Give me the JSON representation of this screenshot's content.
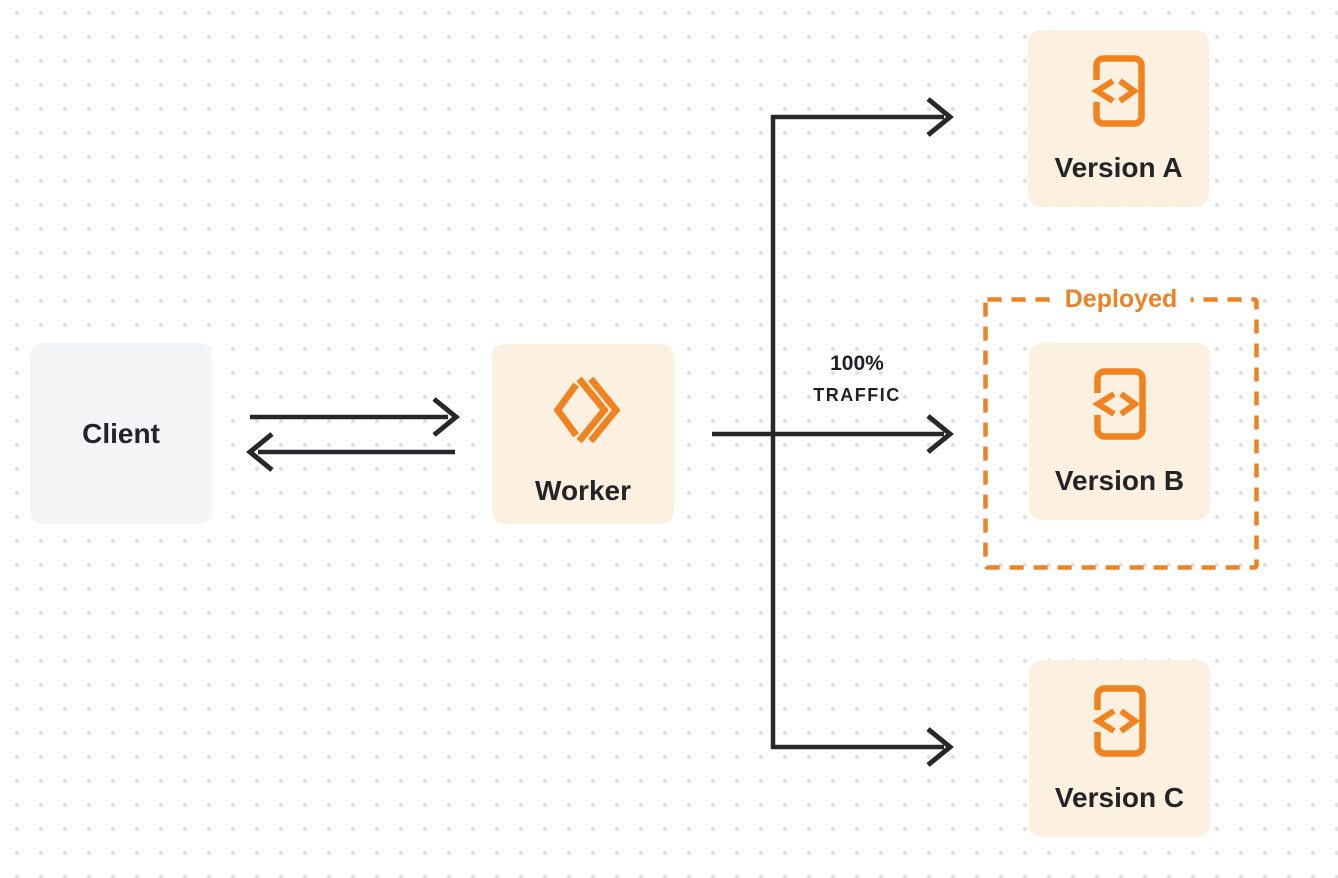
{
  "diagram": {
    "nodes": {
      "client": {
        "label": "Client"
      },
      "worker": {
        "label": "Worker",
        "icon": "workers-logo-icon"
      },
      "version_a": {
        "label": "Version A",
        "icon": "code-file-icon"
      },
      "version_b": {
        "label": "Version B",
        "icon": "code-file-icon"
      },
      "version_c": {
        "label": "Version C",
        "icon": "code-file-icon"
      }
    },
    "deployed_frame": {
      "label": "Deployed"
    },
    "traffic_label": {
      "line1": "100%",
      "line2": "TRAFFIC"
    },
    "colors": {
      "accent_orange": "#ec8226",
      "node_fill_cream": "#fcf0e1",
      "node_fill_gray": "#f4f5f6",
      "connector_black": "#26282b",
      "label_text": "#222428",
      "background_dot": "#e2e2e5"
    }
  }
}
